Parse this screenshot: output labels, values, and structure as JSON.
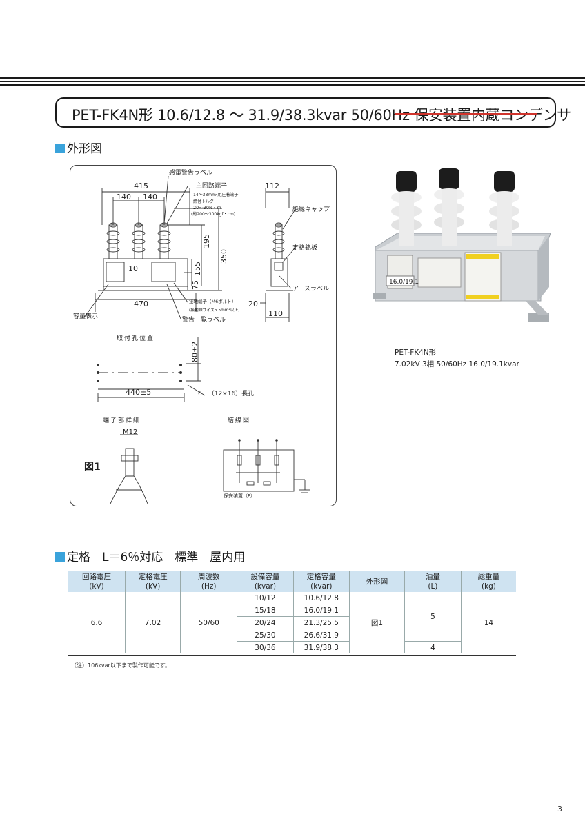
{
  "title": {
    "main": "PET-FK4N形 10.6/12.8 ～ 31.9/38.3kvar 50/60Hz",
    "struck": "保安装置内蔵コンデンサ"
  },
  "section_outline": "外形図",
  "section_rating": "定格　L＝6％対応　標準　屋内用",
  "drawing": {
    "lbl_warning_label": "感電警告ラベル",
    "lbl_main_terminal": "主回路端子",
    "lbl_terminal_spec1": "14～38mm²用圧着端子",
    "lbl_terminal_spec2": "締付トルク",
    "lbl_terminal_spec3": "20～30N・m",
    "lbl_terminal_spec4": "(約200～300kgf・cm)",
    "lbl_insulating_cap": "絶縁キャップ",
    "lbl_nameplate": "定格銘板",
    "lbl_earth_label": "アースラベル",
    "lbl_ground_terminal": "接地端子（M6ボルト）",
    "lbl_ground_spec": "(接地線サイズ5.5mm²以上)",
    "lbl_warning_list": "警告一覧ラベル",
    "lbl_capacity": "容量表示",
    "dim_415": "415",
    "dim_140a": "140",
    "dim_140b": "140",
    "dim_112": "112",
    "dim_195": "195",
    "dim_350": "350",
    "dim_155": "155",
    "dim_75": "75",
    "dim_10": "10",
    "dim_470": "470",
    "dim_20": "20",
    "dim_110": "110",
    "lbl_mount_holes": "取付孔位置",
    "dim_80": "80±2",
    "dim_440": "440±5",
    "lbl_slot": "6－（12×16）長孔",
    "lbl_terminal_detail": "端子部詳細",
    "lbl_m12": "M12",
    "lbl_fig1": "図1",
    "lbl_wiring": "結線図",
    "lbl_protector": "保安装置（F）"
  },
  "photo": {
    "plate_text": "16.0/19.1",
    "caption_line1": "PET-FK4N形",
    "caption_line2": "7.02kV 3相 50/60Hz 16.0/19.1kvar"
  },
  "table": {
    "headers": [
      [
        "回路電圧",
        "(kV)"
      ],
      [
        "定格電圧",
        "(kV)"
      ],
      [
        "周波数",
        "(Hz)"
      ],
      [
        "設備容量",
        "(kvar)"
      ],
      [
        "定格容量",
        "(kvar)"
      ],
      [
        "外形図",
        ""
      ],
      [
        "油量",
        "(L)"
      ],
      [
        "総重量",
        "(kg)"
      ]
    ],
    "circuit_voltage": "6.6",
    "rated_voltage": "7.02",
    "frequency": "50/60",
    "rows": [
      {
        "equip": "10/12",
        "rated": "10.6/12.8"
      },
      {
        "equip": "15/18",
        "rated": "16.0/19.1"
      },
      {
        "equip": "20/24",
        "rated": "21.3/25.5"
      },
      {
        "equip": "25/30",
        "rated": "26.6/31.9"
      },
      {
        "equip": "30/36",
        "rated": "31.9/38.3"
      }
    ],
    "outline_fig": "図1",
    "oil_a": "5",
    "oil_b": "4",
    "weight": "14"
  },
  "note": "（注）106kvar以下まで製作可能です。",
  "page_number": "3",
  "colors": {
    "accent": "#3aa3db",
    "header_bg": "#cfe3f1",
    "strike": "#d0342c"
  }
}
